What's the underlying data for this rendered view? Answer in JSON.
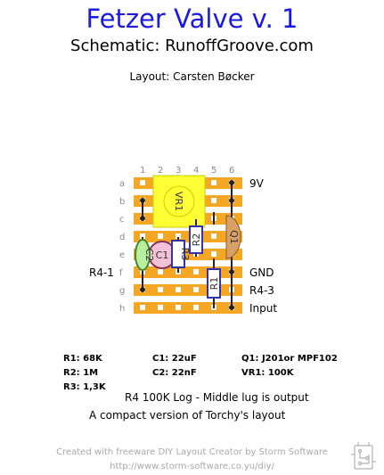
{
  "header": {
    "title": "Fetzer Valve v. 1",
    "subtitle": "Schematic: RunoffGroove.com",
    "layout_credit": "Layout: Carsten Bøcker"
  },
  "board": {
    "columns": [
      "1",
      "2",
      "3",
      "4",
      "5",
      "6"
    ],
    "rows": [
      "a",
      "b",
      "c",
      "d",
      "e",
      "f",
      "g",
      "h"
    ],
    "strip_color": "#f5a623",
    "hole_color": "#ffffff",
    "components": {
      "vr1": {
        "label": "VR1",
        "color": "#ffff33"
      },
      "q1": {
        "label": "Q1",
        "color": "#d9a066"
      },
      "r2": {
        "label": "R2",
        "color": "#3333aa"
      },
      "r3": {
        "label": "R3",
        "color": "#3333aa"
      },
      "r1": {
        "label": "R1",
        "color": "#3333aa"
      },
      "c1": {
        "label": "C1",
        "color": "#f4c2d8"
      },
      "c2": {
        "label": "C2",
        "color": "#b8f0a0"
      }
    },
    "left_labels": {
      "f": "R4-1"
    },
    "right_labels": {
      "a": "9V",
      "f": "GND",
      "g": "R4-3",
      "h": "Input"
    }
  },
  "parts_list": {
    "r1": "R1: 68K",
    "r2": "R2: 1M",
    "r3": "R3: 1,3K",
    "c1": "C1: 22uF",
    "c2": "C2: 22nF",
    "q1": "Q1: J201or MPF102",
    "vr1": "VR1: 100K"
  },
  "notes": {
    "r4": "R4 100K Log - Middle lug is output",
    "compact": "A compact version of Torchy's layout"
  },
  "footer": {
    "created": "Created with freeware DIY Layout Creator by Storm Software",
    "url": "http://www.storm-software.co.yu/diy/",
    "logo_icon": "circuit-board-icon"
  }
}
